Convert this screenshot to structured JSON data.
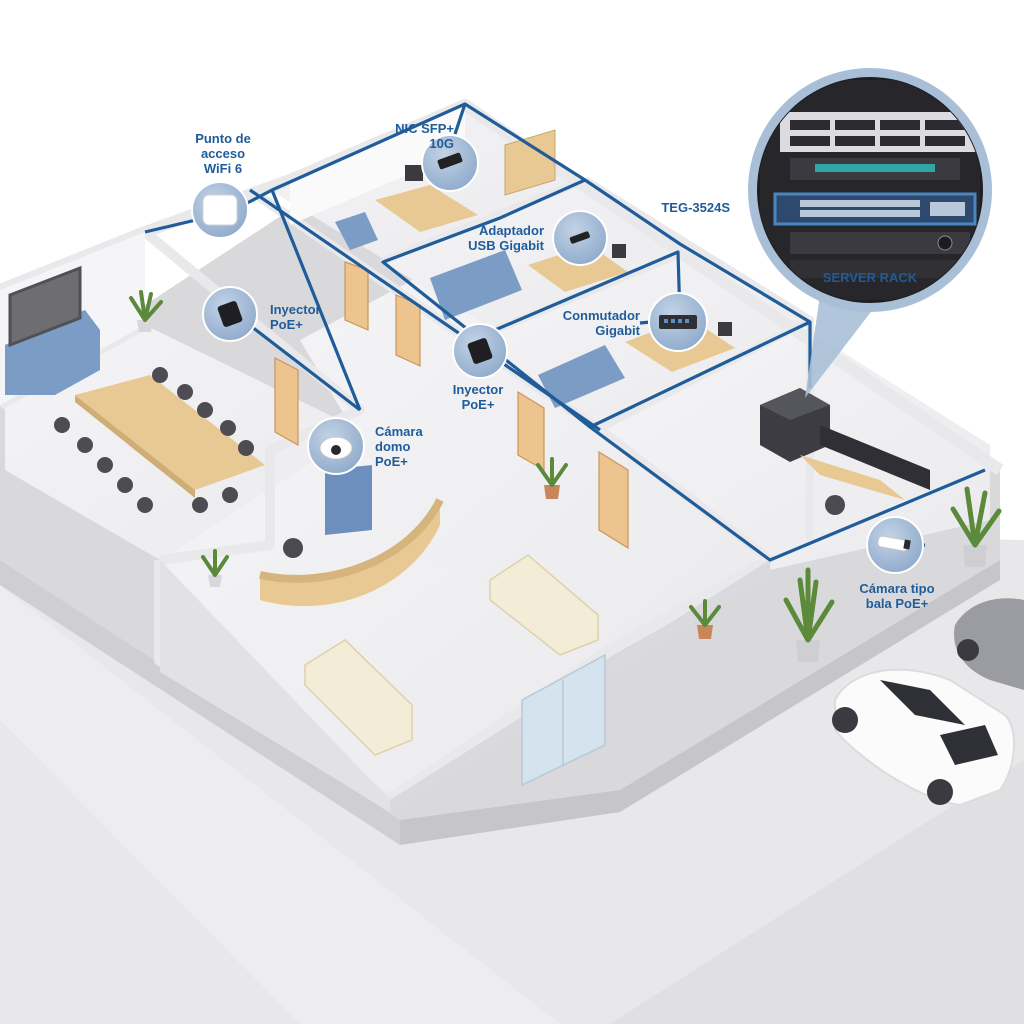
{
  "labels": {
    "wifi_ap": [
      "Punto de",
      "acceso",
      "WiFi 6"
    ],
    "nic": [
      "NIC SFP+",
      "10G"
    ],
    "usb_adapter": [
      "Adaptador",
      "USB Gigabit"
    ],
    "switch_gigabit": [
      "Conmutador",
      "Gigabit"
    ],
    "poe_injector_left": [
      "Inyector",
      "PoE+"
    ],
    "poe_injector_center": [
      "Inyector",
      "PoE+"
    ],
    "dome_camera": [
      "Cámara",
      "domo",
      "PoE+"
    ],
    "bullet_camera": [
      "Cámara tipo",
      "bala PoE+"
    ],
    "rack_switch": "TEG-3524S",
    "server_rack": "SERVER RACK"
  },
  "colors": {
    "network_line": "#1f5c99",
    "label_text": "#1f5c99",
    "callout_fill": "#a9bfd7",
    "floor": "#f1f1f3",
    "wall_top": "#f8f8f9",
    "ground": "#e6e6e8",
    "furniture_blue": "#7b9cc4",
    "wood": "#e8c994"
  },
  "icons": [
    "wifi-access-point-icon",
    "nic-card-icon",
    "usb-adapter-icon",
    "gigabit-switch-icon",
    "poe-injector-icon",
    "dome-camera-icon",
    "bullet-camera-icon",
    "server-rack-icon"
  ]
}
